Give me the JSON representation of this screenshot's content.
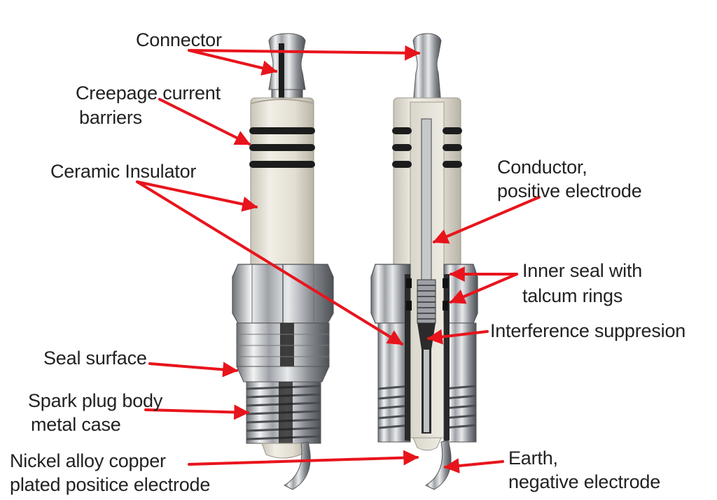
{
  "labels": {
    "connector": "Connector",
    "creepage_1": "Creepage current",
    "creepage_2": "barriers",
    "ceramic": "Ceramic Insulator",
    "conductor_1": "Conductor,",
    "conductor_2": "positive electrode",
    "inner_seal_1": "Inner seal with",
    "inner_seal_2": "talcum rings",
    "interference": "Interference suppresion",
    "seal_surface": "Seal surface",
    "body_1": "Spark plug body",
    "body_2": "metal case",
    "nickel_1": "Nickel alloy copper",
    "nickel_2": "plated positice electrode",
    "earth_1": "Earth,",
    "earth_2": "negative electrode"
  },
  "colors": {
    "arrow": "#e8141c",
    "insulator": "#e4e1d6",
    "metal": "#b9bcc0",
    "ring": "#1c1c1c",
    "text": "#222222"
  }
}
